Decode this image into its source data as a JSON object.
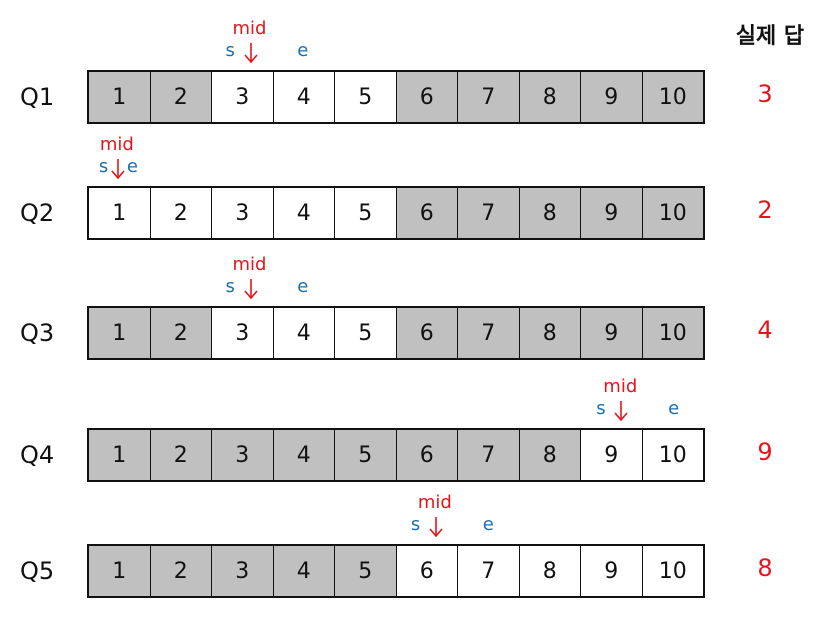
{
  "header": {
    "title": "실제 답"
  },
  "colors": {
    "mid": "#e8141b",
    "se": "#1a6fb0",
    "inactive": "#c0c0c0",
    "active": "#ffffff",
    "answer": "#e8141b"
  },
  "cells": [
    "1",
    "2",
    "3",
    "4",
    "5",
    "6",
    "7",
    "8",
    "9",
    "10"
  ],
  "labels": {
    "mid": "mid",
    "s": "s",
    "e": "e"
  },
  "queries": [
    {
      "label": "Q1",
      "active_cells": [
        3,
        4,
        5
      ],
      "s": 3,
      "e": 4,
      "mid": 3,
      "answer": "3"
    },
    {
      "label": "Q2",
      "active_cells": [
        1,
        2,
        3,
        4,
        5
      ],
      "s": 1,
      "e": 1,
      "mid": 1,
      "answer": "2"
    },
    {
      "label": "Q3",
      "active_cells": [
        3,
        4,
        5
      ],
      "s": 3,
      "e": 4,
      "mid": 3,
      "answer": "4"
    },
    {
      "label": "Q4",
      "active_cells": [
        9,
        10
      ],
      "s": 9,
      "e": 10,
      "mid": 9,
      "answer": "9"
    },
    {
      "label": "Q5",
      "active_cells": [
        6,
        7,
        8,
        9,
        10
      ],
      "s": 6,
      "e": 7,
      "mid": 6,
      "answer": "8"
    }
  ]
}
